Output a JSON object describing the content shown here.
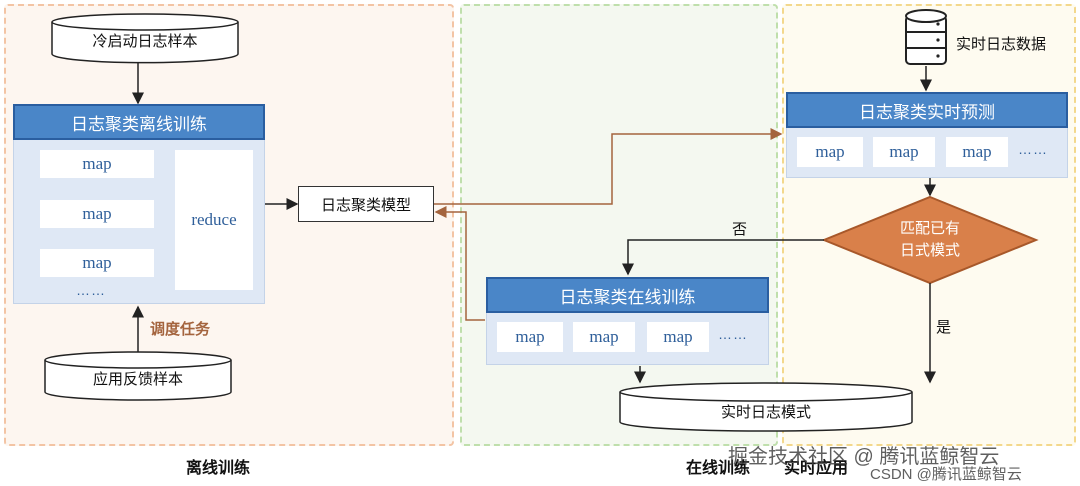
{
  "zones": {
    "offline_title": "离线训练",
    "online_title": "在线训练",
    "realtime_title": "实时应用"
  },
  "offline": {
    "cold_start": "冷启动日志样本",
    "train_title": "日志聚类离线训练",
    "map_labels": [
      "map",
      "map",
      "map"
    ],
    "ellipsis": "……",
    "reduce": "reduce",
    "schedule_label": "调度任务",
    "feedback": "应用反馈样本"
  },
  "model": {
    "label": "日志聚类模型"
  },
  "online": {
    "train_title": "日志聚类在线训练",
    "map_labels": [
      "map",
      "map",
      "map"
    ],
    "ellipsis": "……"
  },
  "realtime": {
    "data_label": "实时日志数据",
    "predict_title": "日志聚类实时预测",
    "map_labels": [
      "map",
      "map",
      "map"
    ],
    "ellipsis": "……",
    "decision": [
      "匹配已有",
      "日式模式"
    ],
    "no_label": "否",
    "yes_label": "是",
    "pattern_store": "实时日志模式"
  },
  "watermark": {
    "line1": "掘金技术社区 @ 腾讯蓝鲸智云",
    "line2": "CSDN @腾讯蓝鲸智云"
  },
  "colors": {
    "panel_head": "#4a86c8",
    "decision_fill": "#d9804a",
    "arrow_blue": "#3b7bc4",
    "arrow_brown": "#a4643e"
  }
}
